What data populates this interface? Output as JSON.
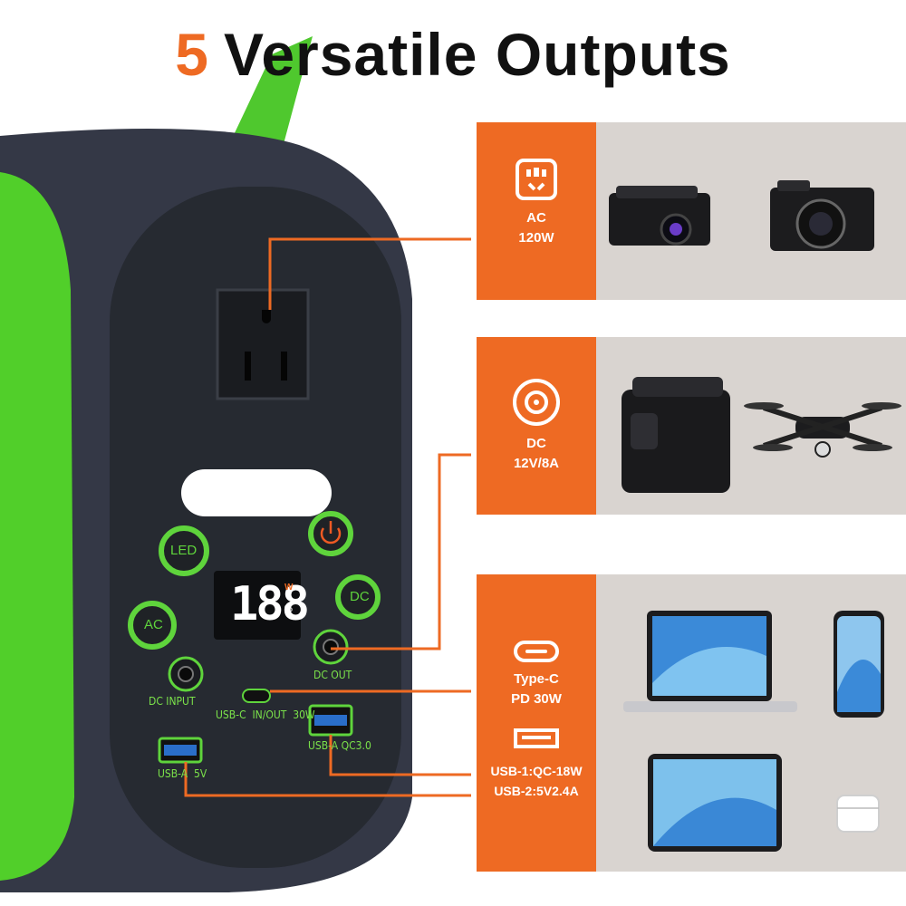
{
  "title": {
    "number": "5",
    "text": "Versatile Outputs"
  },
  "colors": {
    "accent": "#ee6a23",
    "brand_green": "#5fd43c",
    "body_dark": "#2c3038",
    "panel_bg": "#d9d4d0"
  },
  "outputs": [
    {
      "icon": "ac-outlet-icon",
      "label1": "AC",
      "label2": "120W",
      "devices": [
        "projector-icon",
        "camera-icon"
      ]
    },
    {
      "icon": "dc-port-icon",
      "label1": "DC",
      "label2": "12V/8A",
      "devices": [
        "mini-fridge-icon",
        "drone-icon"
      ]
    },
    {
      "icon": "usb-c-icon",
      "label1": "Type-C",
      "label2": "PD 30W",
      "icon2": "usb-a-icon",
      "label3": "USB-1:QC-18W",
      "label4": "USB-2:5V2.4A",
      "devices": [
        "laptop-icon",
        "phone-icon",
        "tablet-icon",
        "earbuds-icon"
      ]
    }
  ],
  "device": {
    "display": {
      "digits": "188",
      "unit_w": "W",
      "unit_pct": "%"
    },
    "buttons": {
      "led": "LED",
      "ac": "AC",
      "dc": "DC",
      "power": "power-icon"
    },
    "ports": {
      "dc_input": "DC INPUT",
      "dc_out": "DC OUT",
      "usb_c": "USB-C  IN/OUT  30W",
      "usb_a_left": "USB-A  5V",
      "usb_a_right": "USB-A QC3.0"
    }
  }
}
